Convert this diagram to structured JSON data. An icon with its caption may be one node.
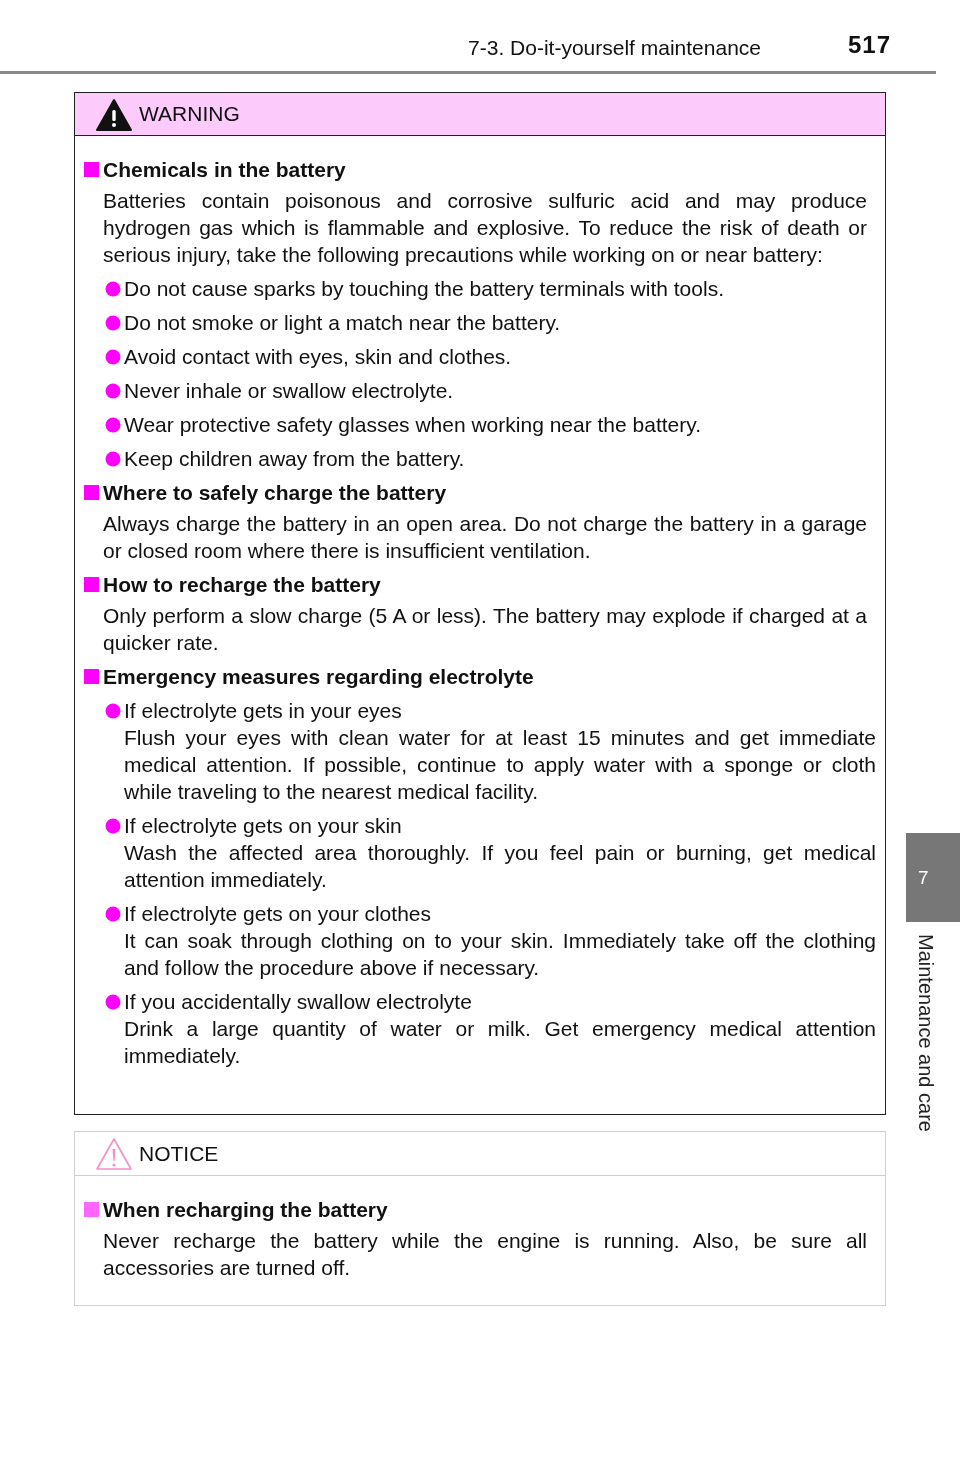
{
  "diagram": {
    "title": "7-3. Do-it-yourself maintenance",
    "nodes": [
      {
        "text": [
          "Chemicals in the battery",
          "Batteries contain poisonous and corrosive sulfuric acid and may produce hydrogen gas which is flammable and explosive. To reduce the risk of death or serious injury, take the following precautions while working on or near battery:",
          "Do not cause sparks by touching the battery terminals with tools.",
          "Do not smoke or light a match near the battery.",
          "Avoid contact with eyes, skin and clothes.",
          "Never inhale or swallow electrolyte.",
          "Wear protective safety glasses when working near the battery.",
          "Keep children away from the battery.",
          "Where to safely charge the battery",
          "Always charge the battery in an open area. Do not charge the battery in a garage or closed room where there is insufficient ventilation.",
          "How to recharge the battery",
          "Only perform a slow charge (5 A or less). The battery may explode if charged at a quicker rate.",
          "Emergency measures regarding electrolyte",
          "If electrolyte gets in your eyes",
          "Flush your eyes with clean water for at least 15 minutes and get immediate medical attention. If possible, continue to apply water with a sponge or cloth while traveling to the nearest medical facility.",
          "If electrolyte gets on your skin",
          "Wash the affected area thoroughly. If you feel pain or burning, get medical attention immediately.",
          "If electrolyte gets on your clothes",
          "It can soak through clothing on to your skin. Immediately take off the clothing and follow the procedure above if necessary.",
          "If you accidentally swallow electrolyte",
          "Drink a large quantity of water or milk. Get emergency medical attention immediately."
        ]
      },
      {
        "text": [
          "WARNING"
        ],
        "in": 0
      },
      {
        "text": [
          "When recharging the battery",
          "Never recharge the battery while the engine is running. Also, be sure all accessories are turned off."
        ]
      },
      {
        "text": [
          "NOTICE"
        ],
        "in": 2
      },
      {
        "text": [
          "7"
        ]
      }
    ],
    "labels": [
      "517",
      "Maintenance and care"
    ]
  }
}
